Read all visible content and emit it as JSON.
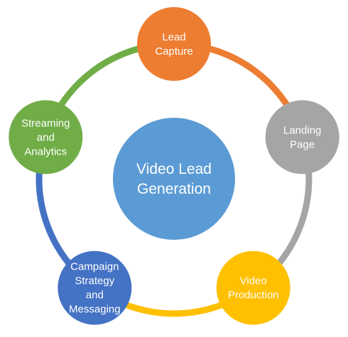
{
  "center": {
    "lines": [
      "Video Lead",
      "Generation"
    ],
    "color": "#5b9bd5"
  },
  "nodes": [
    {
      "id": "lead-capture",
      "lines": [
        "Lead",
        "Capture"
      ],
      "color": "#ed7d31",
      "arc_color": "#ed7d31"
    },
    {
      "id": "landing-page",
      "lines": [
        "Landing",
        "Page"
      ],
      "color": "#a5a5a5",
      "arc_color": "#a5a5a5"
    },
    {
      "id": "video-production",
      "lines": [
        "Video",
        "Production"
      ],
      "color": "#ffc000",
      "arc_color": "#ffc000"
    },
    {
      "id": "campaign-strategy-and-messaging",
      "lines": [
        "Campaign",
        "Strategy",
        "and",
        "Messaging"
      ],
      "color": "#4472c4",
      "arc_color": "#4472c4"
    },
    {
      "id": "streaming-and-analytics",
      "lines": [
        "Streaming",
        "and",
        "Analytics"
      ],
      "color": "#70ad47",
      "arc_color": "#70ad47"
    }
  ]
}
